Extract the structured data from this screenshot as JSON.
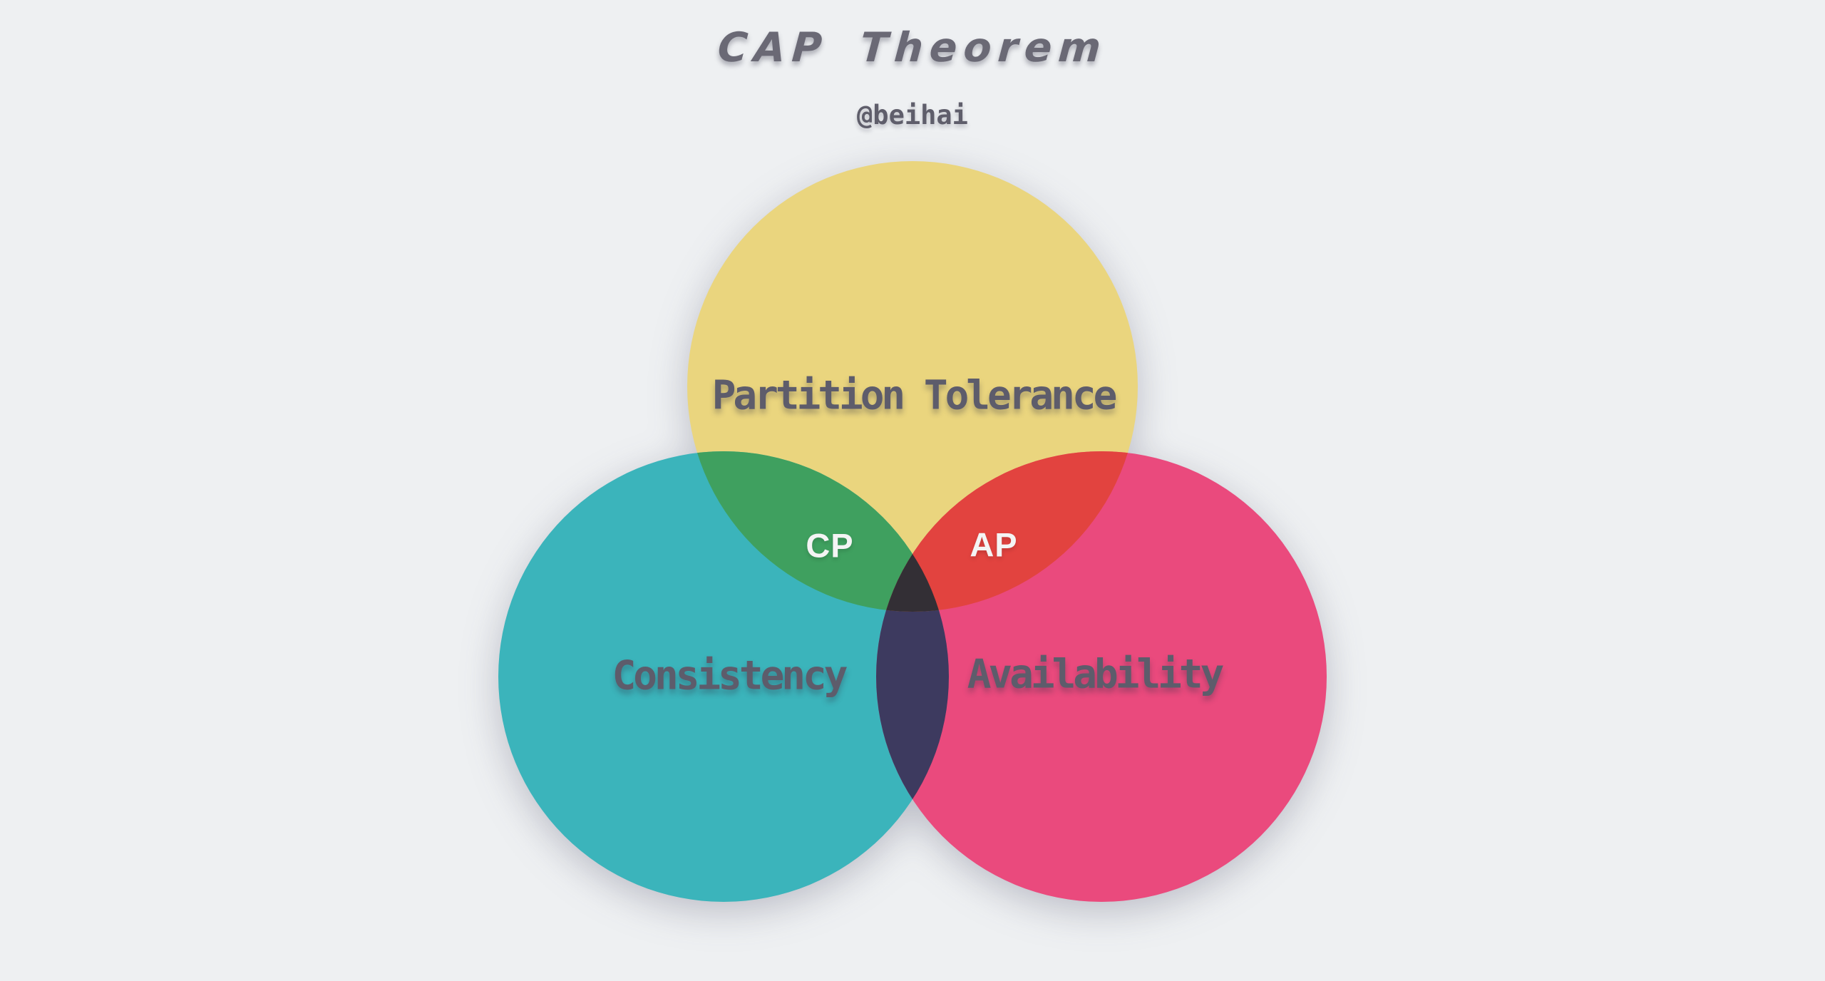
{
  "page": {
    "background_color": "#EEF0F2"
  },
  "header": {
    "title": "CAP Theorem",
    "title_color": "#6A6975",
    "subtitle": "@beihai",
    "subtitle_color": "#5F5E6B"
  },
  "venn": {
    "set_label_color": "#5D5C6B",
    "intersection_label_color": "#F4F4F4",
    "sets": [
      {
        "id": "partition_tolerance",
        "label": "Partition Tolerance",
        "color": "#EAD57E"
      },
      {
        "id": "consistency",
        "label": "Consistency",
        "color": "#3BB4BB"
      },
      {
        "id": "availability",
        "label": "Availability",
        "color": "#EA4A7D"
      }
    ],
    "intersections": [
      {
        "id": "cp",
        "label": "CP",
        "color": "#3FA05F"
      },
      {
        "id": "ap",
        "label": "AP",
        "color": "#E2433F"
      },
      {
        "id": "ca",
        "label": "",
        "color": "#3D3A5F"
      },
      {
        "id": "cap_center",
        "label": "",
        "color": "#332F35"
      }
    ]
  }
}
